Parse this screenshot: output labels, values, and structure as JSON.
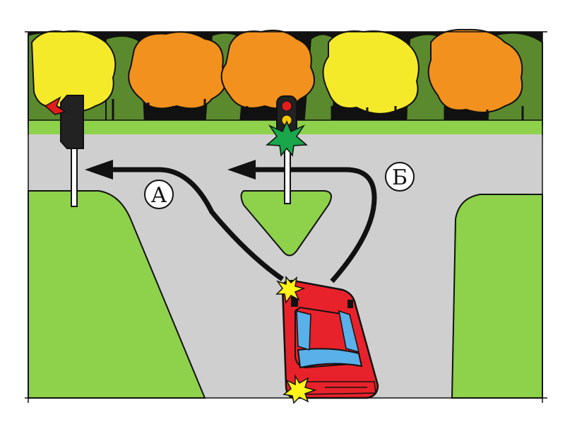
{
  "routes": [
    {
      "id": "a",
      "label": "А"
    },
    {
      "id": "b",
      "label": "Б"
    }
  ],
  "colors": {
    "frame_bg": "#ffffff",
    "road": "#cfcfcf",
    "grass": "#8ed14a",
    "tree_dark": "#5b8a2e",
    "tree_orange": "#f2911e",
    "tree_yellow": "#f5ea2a",
    "car_red": "#e8222a",
    "window_blue": "#5ab0e8",
    "arrow": "#111111",
    "traffic_light_body": "#222222",
    "red_signal": "#e31d1d",
    "yellow_signal": "#f5c800",
    "green_signal": "#1aa64a",
    "flash_yellow": "#fff31a"
  },
  "icons": {
    "left_light": "traffic-light-red-icon",
    "center_light": "traffic-light-green-icon",
    "car": "red-car-icon"
  }
}
